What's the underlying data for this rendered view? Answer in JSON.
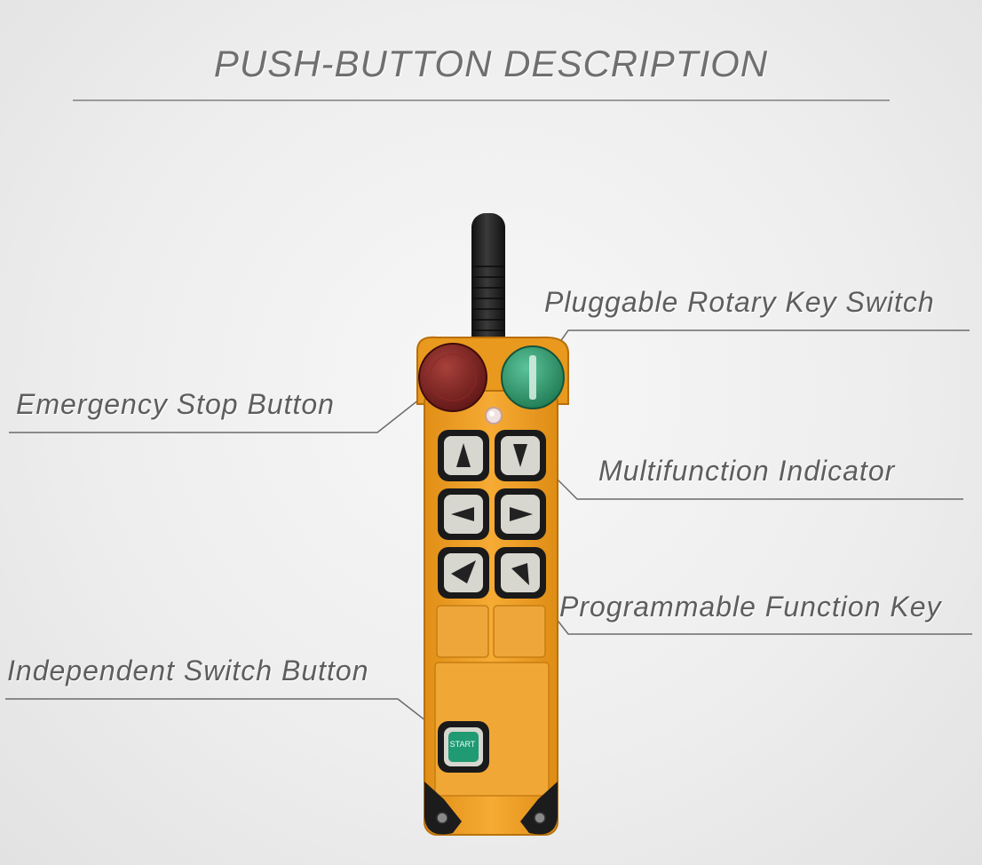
{
  "title": "PUSH-BUTTON DESCRIPTION",
  "callouts": {
    "rotary_key_switch": "Pluggable Rotary Key Switch",
    "emergency_stop": "Emergency Stop Button",
    "multifunction_indicator": "Multifunction Indicator",
    "programmable_function_key": "Programmable Function Key",
    "independent_switch": "Independent Switch Button"
  },
  "device": {
    "start_label": "START",
    "direction_icons": [
      "up-arrow-icon",
      "down-arrow-icon",
      "left-arrow-icon",
      "right-arrow-icon",
      "diagonal-up-arrow-icon",
      "diagonal-down-arrow-icon"
    ]
  },
  "colors": {
    "body": "#f4a62a",
    "emergency_stop": "#7a1f1f",
    "key_switch": "#2a9a6a",
    "start_button": "#1f9a73",
    "antenna": "#2a2a2a"
  }
}
